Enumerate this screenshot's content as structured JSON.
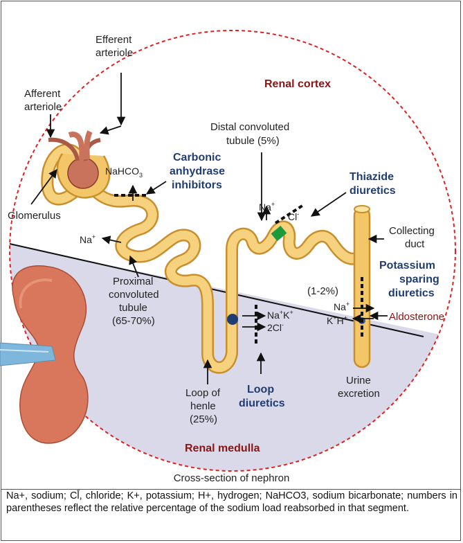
{
  "regions": {
    "cortex": "Renal cortex",
    "medulla": "Renal medulla"
  },
  "structures": {
    "efferent_line1": "Efferent",
    "efferent_line2": "arteriole",
    "afferent_line1": "Afferent",
    "afferent_line2": "arteriole",
    "glomerulus": "Glomerulus",
    "dct_line1": "Distal convoluted",
    "dct_line2": "tubule (5%)",
    "pct_line1": "Proximal",
    "pct_line2": "convoluted",
    "pct_line3": "tubule",
    "pct_line4": "(65-70%)",
    "collecting_line1": "Collecting",
    "collecting_line2": "duct",
    "loop_line1": "Loop of",
    "loop_line2": "henle",
    "loop_line3": "(25%)",
    "urine_line1": "Urine",
    "urine_line2": "excretion",
    "collecting_pct": "(1-2%)"
  },
  "drugs": {
    "carbonic_line1": "Carbonic",
    "carbonic_line2": "anhydrase",
    "carbonic_line3": "inhibitors",
    "thiazide_line1": "Thiazide",
    "thiazide_line2": "diuretics",
    "potassium_line1": "Potassium",
    "potassium_line2": "sparing",
    "potassium_line3": "diuretics",
    "loop_line1": "Loop",
    "loop_line2": "diuretics"
  },
  "hormones": {
    "aldosterone": "Aldosterone"
  },
  "ions": {
    "nahco": "NaHCO",
    "sub3": "3",
    "na": "Na",
    "plus": "+",
    "cl": "Cl",
    "minus": "-",
    "k": "K",
    "h": "H",
    "two_cl": "2Cl"
  },
  "caption": "Cross-section of nephron",
  "footnote": "Na+, sodium; Cl̄, chloride; K+, potassium; H+, hydrogen; NaHCO3, sodium bicarbonate; numbers in parentheses reflect the relative percentage of the sodium load reabsorbed in that segment.",
  "colors": {
    "tubule": "#f3c768",
    "tubule_edge": "#c98f2c",
    "medulla_bg": "#d8d8e8",
    "border_dash": "#e02020",
    "drug_text": "#1f3d73",
    "region_text": "#8a1414",
    "glomerulus": "#c9725c",
    "kidney": "#d8775c"
  }
}
